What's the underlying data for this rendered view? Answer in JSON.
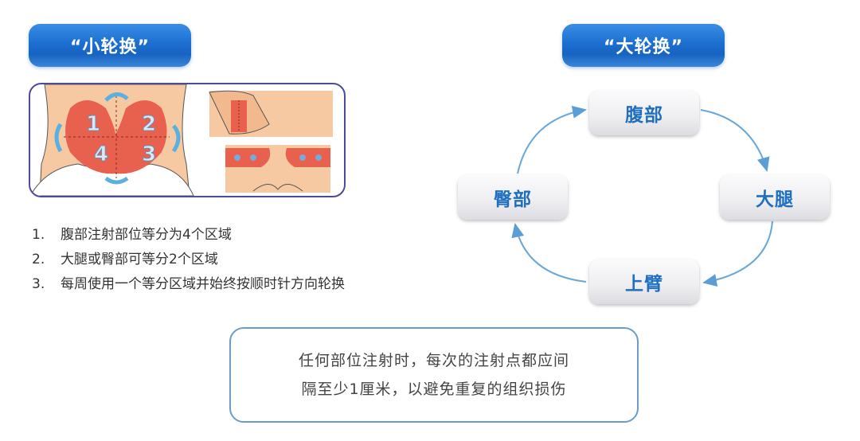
{
  "left_panel": {
    "title": "“小轮换”",
    "illustration": {
      "abdomen_zones": [
        "1",
        "2",
        "3",
        "4"
      ],
      "description": "abdomen divided into 4 zones with clockwise rotation arrows; thigh and buttock diagrams each divided into 2 zones"
    },
    "rules": [
      {
        "num": "1.",
        "text": "腹部注射部位等分为4个区域"
      },
      {
        "num": "2.",
        "text": "大腿或臀部可等分2个区域"
      },
      {
        "num": "3.",
        "text": "每周使用一个等分区域并始终按顺时针方向轮换"
      }
    ]
  },
  "right_panel": {
    "title": "“大轮换”",
    "nodes": {
      "top": "腹部",
      "right": "大腿",
      "bottom": "上臂",
      "left": "臀部"
    },
    "direction": "clockwise",
    "colors": {
      "node_text": "#1f6fc0",
      "arrow": "#6aa7d8",
      "badge": "#1c6fd0"
    }
  },
  "note": {
    "line1": "任何部位注射时，每次的注射点都应间",
    "line2": "隔至少1厘米，以避免重复的组织损伤"
  }
}
